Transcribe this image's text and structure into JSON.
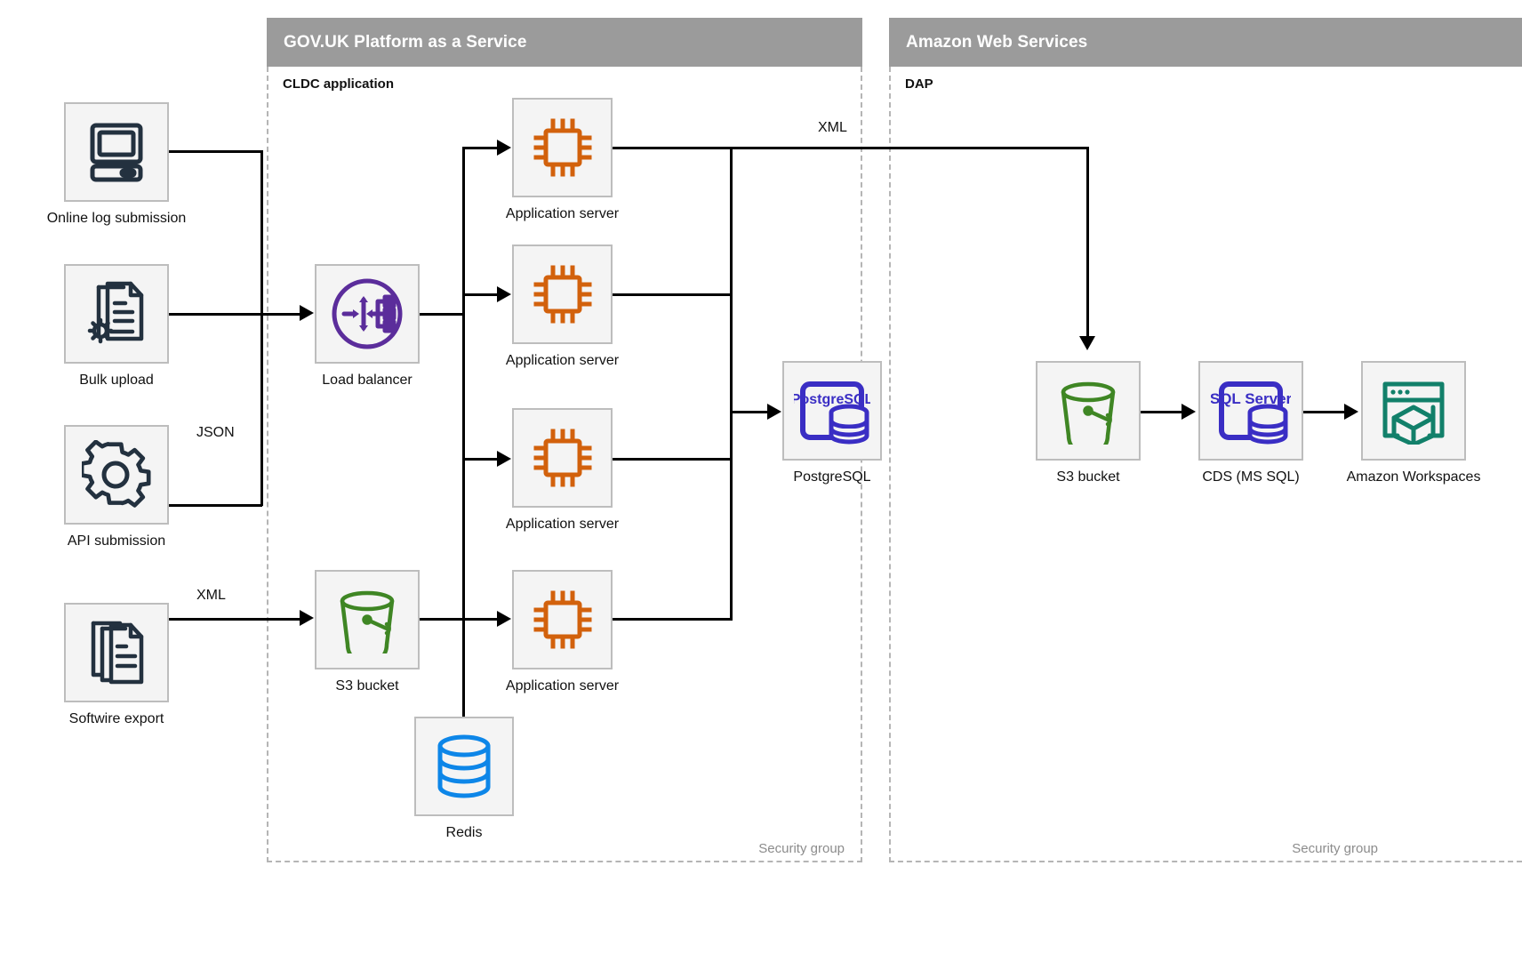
{
  "groups": [
    {
      "name": "paas",
      "title": "GOV.UK Platform as a Service",
      "sublabel": "CLDC application",
      "security_label": "Security group"
    },
    {
      "name": "aws",
      "title": "Amazon Web Services",
      "sublabel": "DAP",
      "security_label": "Security group"
    }
  ],
  "sources": [
    {
      "label": "Online log submission",
      "icon": "desktop-computer-icon",
      "color": "#23313f"
    },
    {
      "label": "Bulk upload",
      "icon": "document-gear-icon",
      "color": "#23313f"
    },
    {
      "label": "API submission",
      "icon": "gear-icon",
      "color": "#23313f"
    },
    {
      "label": "Softwire export",
      "icon": "document-stack-icon",
      "color": "#23313f"
    }
  ],
  "paas_nodes": {
    "load_balancer": {
      "label": "Load balancer",
      "icon": "load-balancer-icon",
      "color": "#5b2d9b"
    },
    "s3_bucket": {
      "label": "S3 bucket",
      "icon": "s3-bucket-icon",
      "color": "#3f8624"
    },
    "redis": {
      "label": "Redis",
      "icon": "redis-database-icon",
      "color": "#0d86e8"
    },
    "postgres": {
      "label": "PostgreSQL",
      "icon": "postgresql-icon",
      "color": "#3a2ec4",
      "badge": "PostgreSQL"
    },
    "app_servers": [
      {
        "label": "Application server",
        "icon": "cpu-chip-icon",
        "color": "#d2610c"
      },
      {
        "label": "Application server",
        "icon": "cpu-chip-icon",
        "color": "#d2610c"
      },
      {
        "label": "Application server",
        "icon": "cpu-chip-icon",
        "color": "#d2610c"
      },
      {
        "label": "Application server",
        "icon": "cpu-chip-icon",
        "color": "#d2610c"
      }
    ]
  },
  "aws_nodes": [
    {
      "label": "S3 bucket",
      "icon": "s3-bucket-icon",
      "color": "#3f8624"
    },
    {
      "label": "CDS (MS SQL)",
      "icon": "sql-server-icon",
      "color": "#3a2ec4",
      "badge": "SQL Server"
    },
    {
      "label": "Amazon Workspaces",
      "icon": "amazon-workspaces-icon",
      "color": "#12806a"
    }
  ],
  "edge_labels": {
    "api_json": "JSON",
    "softwire_xml": "XML",
    "appserver_xml": "XML"
  },
  "colors": {
    "header_bg": "#9b9b9b",
    "header_text": "#ffffff",
    "icon_box_bg": "#f4f4f4",
    "icon_box_border": "#bdbdbd",
    "dashed_border": "#b5b5b5",
    "connector": "#000000",
    "security_text": "#8c8c8c"
  }
}
